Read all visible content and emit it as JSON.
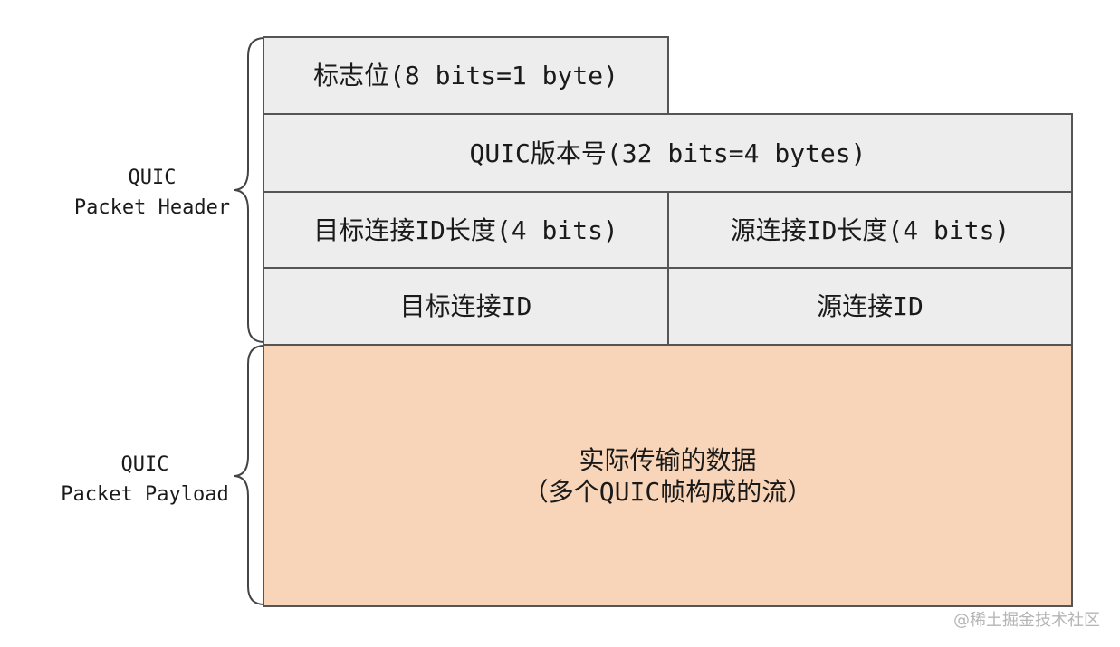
{
  "header_label": {
    "line1": "QUIC",
    "line2": "Packet Header"
  },
  "payload_label": {
    "line1": "QUIC",
    "line2": "Packet Payload"
  },
  "fields": {
    "flags": "标志位(8 bits=1 byte)",
    "version": "QUIC版本号(32 bits=4 bytes)",
    "dest_cid_len": "目标连接ID长度(4 bits)",
    "src_cid_len": "源连接ID长度(4 bits)",
    "dest_cid": "目标连接ID",
    "src_cid": "源连接ID"
  },
  "payload": {
    "line1": "实际传输的数据",
    "line2": "（多个QUIC帧构成的流）"
  },
  "watermark": "@稀土掘金技术社区",
  "colors": {
    "header_fill": "#ededed",
    "payload_fill": "#f8d5b8",
    "border": "#555555"
  }
}
